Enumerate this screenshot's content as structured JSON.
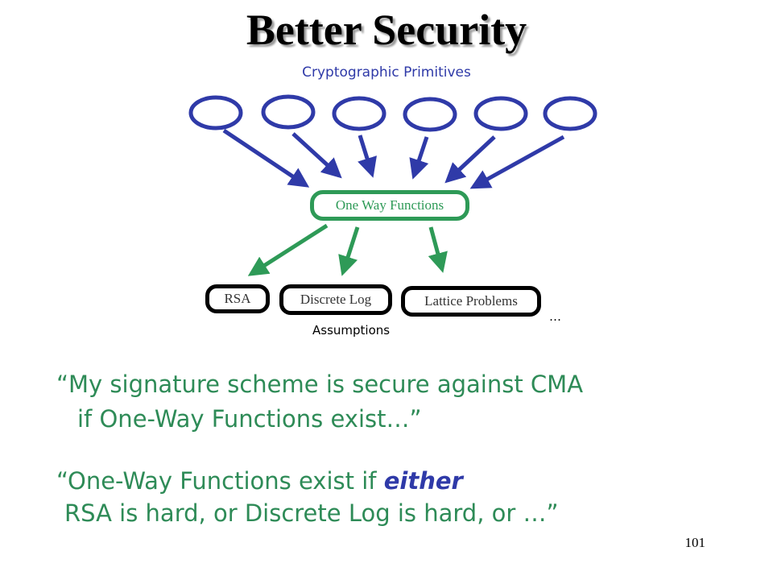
{
  "slide": {
    "title": "Better Security",
    "subtitle": "Cryptographic Primitives",
    "page_number": "101"
  },
  "diagram": {
    "primitive_count": 6,
    "center_node": "One Way Functions",
    "assumptions": [
      "RSA",
      "Discrete Log",
      "Lattice Problems"
    ],
    "assumptions_label": "Assumptions",
    "ellipsis": "…",
    "colors": {
      "primitives": "#2f3aa8",
      "owf": "#2e9a57",
      "assumption_border": "#000000"
    }
  },
  "quotes": {
    "q1_line1": "“My signature scheme is secure against CMA",
    "q1_line2": "if One-Way Functions exist…”",
    "q2_line1_pre": "“One-Way Functions exist if ",
    "q2_line1_emph": "either",
    "q2_line2": "RSA is hard, or Discrete Log is hard, or …”"
  }
}
